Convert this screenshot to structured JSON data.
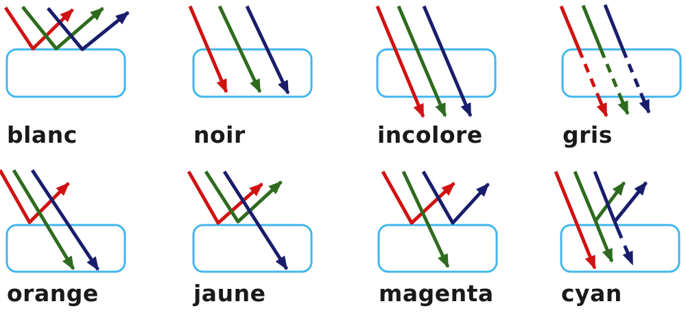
{
  "colors": {
    "ray_red": "#d01212",
    "ray_green": "#2e6b1e",
    "ray_blue": "#1a1d6b",
    "box_border": "#41b6ec",
    "box_fill": "#ffffff",
    "label_text": "#1a1a1a",
    "background": "#ffffff"
  },
  "panels": [
    {
      "label": "blanc",
      "rays": [
        {
          "color": "red",
          "behavior": "reflected"
        },
        {
          "color": "green",
          "behavior": "reflected"
        },
        {
          "color": "blue",
          "behavior": "reflected"
        }
      ]
    },
    {
      "label": "noir",
      "rays": [
        {
          "color": "red",
          "behavior": "absorbed"
        },
        {
          "color": "green",
          "behavior": "absorbed"
        },
        {
          "color": "blue",
          "behavior": "absorbed"
        }
      ]
    },
    {
      "label": "incolore",
      "rays": [
        {
          "color": "red",
          "behavior": "transmitted"
        },
        {
          "color": "green",
          "behavior": "transmitted"
        },
        {
          "color": "blue",
          "behavior": "transmitted"
        }
      ]
    },
    {
      "label": "gris",
      "rays": [
        {
          "color": "red",
          "behavior": "partially-transmitted"
        },
        {
          "color": "green",
          "behavior": "partially-transmitted"
        },
        {
          "color": "blue",
          "behavior": "partially-transmitted"
        }
      ]
    },
    {
      "label": "orange",
      "rays": [
        {
          "color": "red",
          "behavior": "reflected"
        },
        {
          "color": "green",
          "behavior": "absorbed"
        },
        {
          "color": "blue",
          "behavior": "absorbed"
        }
      ]
    },
    {
      "label": "jaune",
      "rays": [
        {
          "color": "red",
          "behavior": "reflected"
        },
        {
          "color": "green",
          "behavior": "reflected"
        },
        {
          "color": "blue",
          "behavior": "absorbed"
        }
      ]
    },
    {
      "label": "magenta",
      "rays": [
        {
          "color": "red",
          "behavior": "reflected"
        },
        {
          "color": "green",
          "behavior": "absorbed"
        },
        {
          "color": "blue",
          "behavior": "reflected"
        }
      ]
    },
    {
      "label": "cyan",
      "rays": [
        {
          "color": "red",
          "behavior": "absorbed"
        },
        {
          "color": "green",
          "behavior": "partially-reflected"
        },
        {
          "color": "blue",
          "behavior": "partially-reflected"
        }
      ]
    }
  ]
}
